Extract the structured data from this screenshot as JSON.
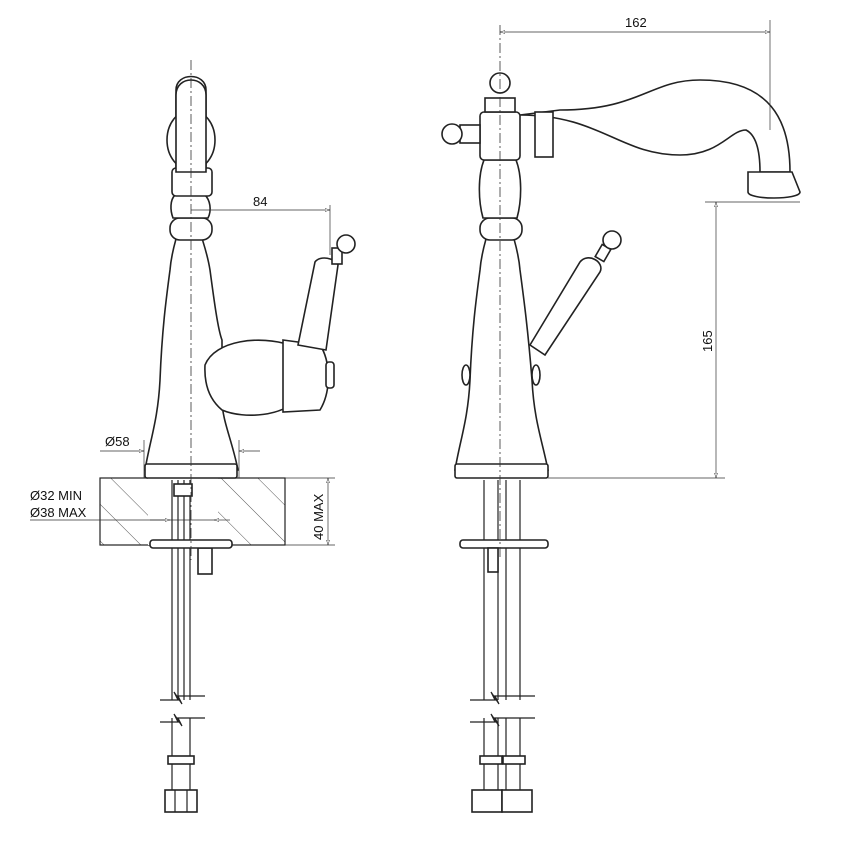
{
  "drawing": {
    "front_view": {
      "dim_reach_handle": "84",
      "dim_base_diameter": "Ø58",
      "dim_hole_min": "Ø32 MIN",
      "dim_hole_max": "Ø38 MAX",
      "dim_deck_thickness": "40 MAX"
    },
    "side_view": {
      "dim_spout_reach": "162",
      "dim_spout_height": "165"
    }
  }
}
